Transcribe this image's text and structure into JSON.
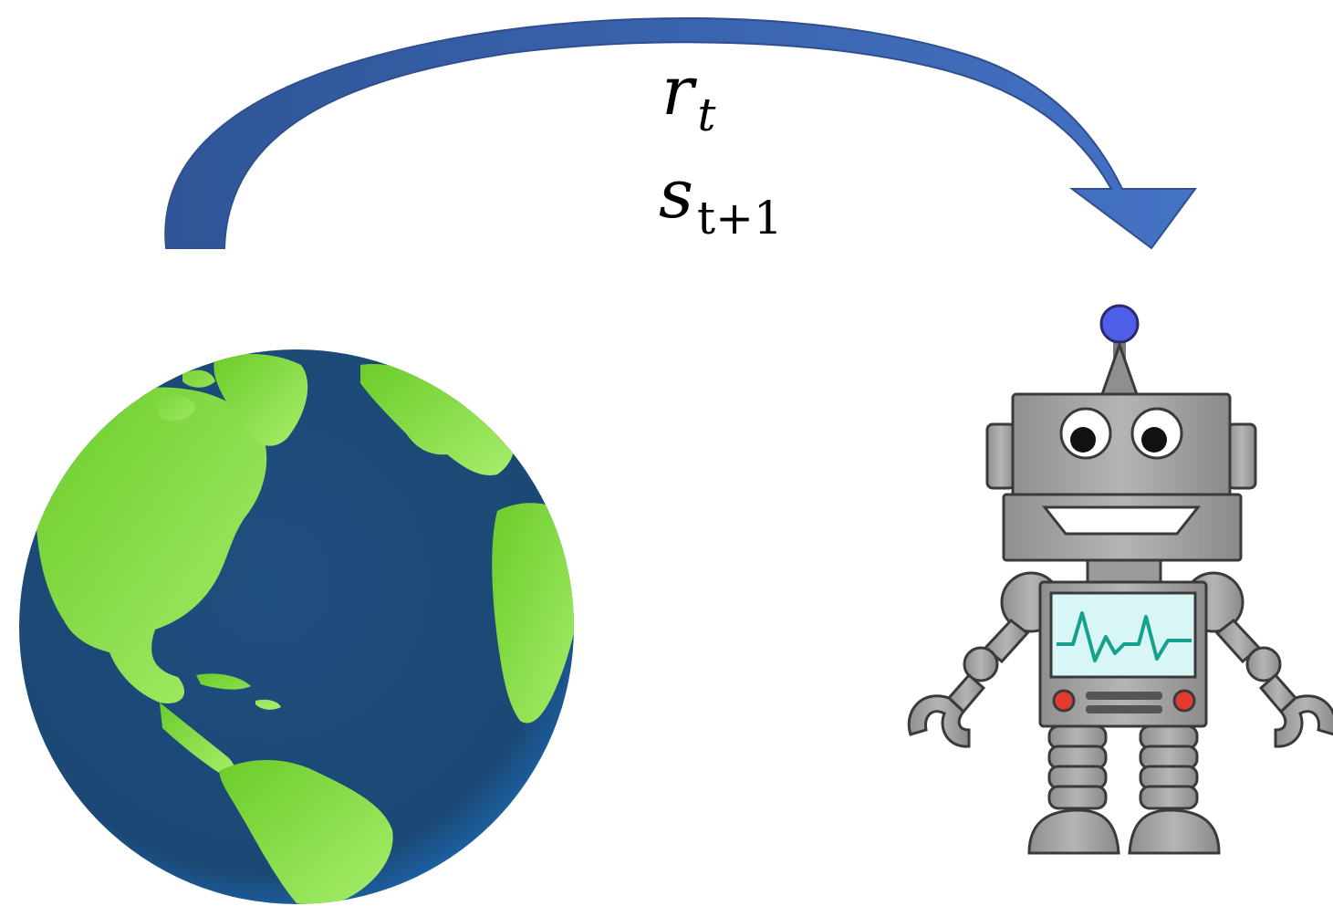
{
  "diagram": {
    "arrow": {
      "color_light": "#4472c4",
      "color_dark": "#2f5597"
    },
    "labels": {
      "reward": {
        "var": "r",
        "sub": "t"
      },
      "next_state": {
        "var": "s",
        "sub": "t+1"
      }
    },
    "environment": {
      "icon": "earth-globe-icon",
      "ocean_color": "#1d4a7a",
      "land_color": "#8ee04a"
    },
    "agent": {
      "icon": "robot-icon",
      "body_color": "#9a9a9a",
      "screen_color": "#d8f6f6",
      "accent_color": "#e53935",
      "antenna_color": "#4f5ee8"
    }
  }
}
